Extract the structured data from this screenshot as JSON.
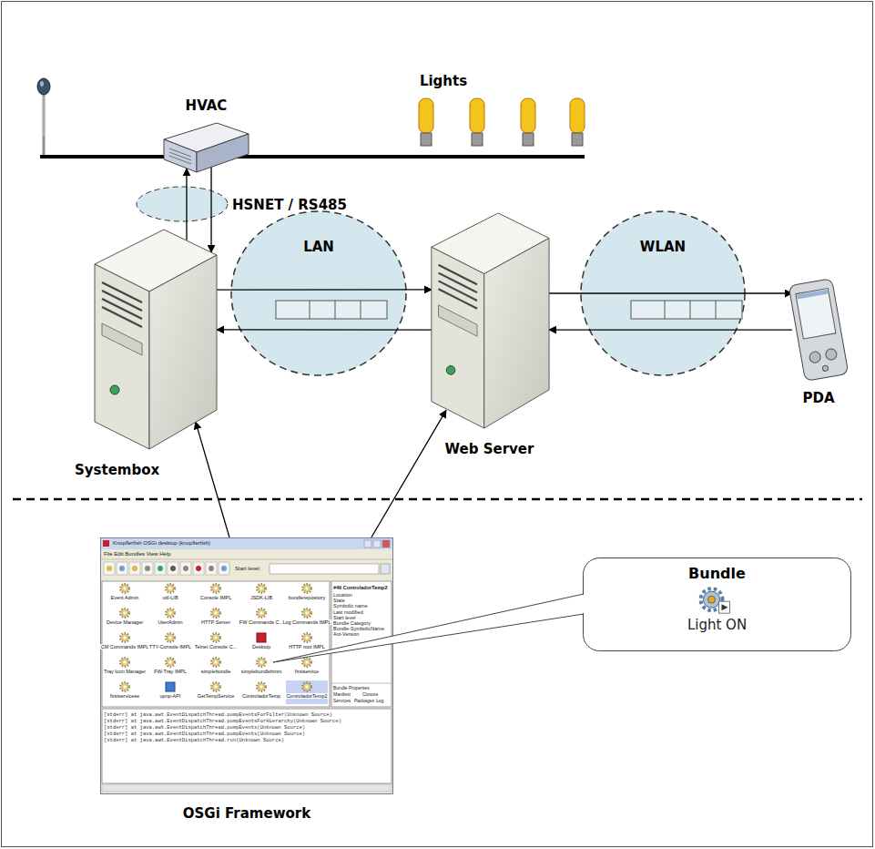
{
  "diagram": {
    "nodes": [
      {
        "text": [
          "HVAC"
        ]
      },
      {
        "text": [
          "Systembox"
        ]
      },
      {
        "text": [
          "Web Server"
        ]
      },
      {
        "text": [
          "PDA"
        ]
      },
      {
        "text": [
          "OSGi Framework"
        ]
      },
      {
        "text": [
          "Bundle",
          "Light ON"
        ]
      }
    ],
    "edges": [
      {
        "from": 1,
        "to": 0,
        "arrow": "to"
      },
      {
        "from": 0,
        "to": 1,
        "arrow": "to"
      },
      {
        "from": 1,
        "to": 2,
        "arrow": "to"
      },
      {
        "from": 2,
        "to": 1,
        "arrow": "to"
      },
      {
        "from": 2,
        "to": 3,
        "arrow": "to"
      },
      {
        "from": 3,
        "to": 2,
        "arrow": "to"
      },
      {
        "from": 4,
        "to": 1,
        "arrow": "to"
      },
      {
        "from": 4,
        "to": 2,
        "arrow": "to"
      }
    ],
    "labels": [
      "Lights",
      "HSNET / RS485",
      "LAN",
      "WLAN",
      "Knopflerfish OSGi desktop (knopflerfish)",
      "File Edit Bundles View Help",
      "Start level:",
      "Event Admin",
      "util-LIB",
      "Console IMPL",
      "JSDK-LIB",
      "bundlerepository",
      "Device Manager",
      "UserAdmin",
      "HTTP Server",
      "FW Commands C...",
      "Log Commands IMPL",
      "CM Commands IMPL",
      "TTY-Console IMPL",
      "Telnet Console C...",
      "Desktop",
      "HTTP root IMPL",
      "Tray Icon Manager",
      "FW-Tray IMPL",
      "simplebundle",
      "simplebundlehmm",
      "firstservice",
      "firstservicese",
      "upnp-API",
      "GetTempService",
      "ControladorTemp",
      "ControladorTemp2",
      "#49 ControladorTemp2",
      "Location",
      "State",
      "Symbolic name",
      "Last modified",
      "Start level",
      "Bundle Category",
      "Bundle-SymbolicName",
      "Ant-Version",
      "Bundle Properties",
      "Manifest",
      "Closure",
      "Services",
      "Packages",
      "Log",
      "[stderr]    at java.awt.EventDispatchThread.pumpEventsForFilter(Unknown Source)",
      "[stderr]    at java.awt.EventDispatchThread.pumpEventsForHierarchy(Unknown Source)",
      "[stderr]    at java.awt.EventDispatchThread.pumpEvents(Unknown Source)",
      "[stderr]    at java.awt.EventDispatchThread.pumpEvents(Unknown Source)",
      "[stderr]    at java.awt.EventDispatchThread.run(Unknown Source)"
    ]
  }
}
